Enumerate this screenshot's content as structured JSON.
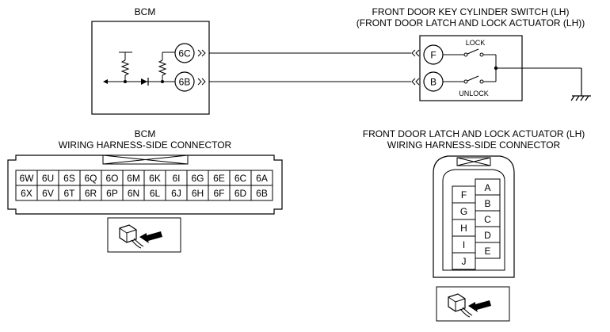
{
  "schematic": {
    "bcm_title": "BCM",
    "switch_title_line1": "FRONT DOOR KEY CYLINDER SWITCH (LH)",
    "switch_title_line2": "(FRONT DOOR LATCH AND LOCK ACTUATOR (LH))",
    "bcm_pins": [
      "6C",
      "6B"
    ],
    "actuator_pins": [
      "F",
      "B"
    ],
    "lock_label": "LOCK",
    "unlock_label": "UNLOCK"
  },
  "bcm_connector": {
    "title_line1": "BCM",
    "title_line2": "WIRING HARNESS-SIDE CONNECTOR",
    "top_row": [
      "6W",
      "6U",
      "6S",
      "6Q",
      "6O",
      "6M",
      "6K",
      "6I",
      "6G",
      "6E",
      "6C",
      "6A"
    ],
    "bottom_row": [
      "6X",
      "6V",
      "6T",
      "6R",
      "6P",
      "6N",
      "6L",
      "6J",
      "6H",
      "6F",
      "6D",
      "6B"
    ]
  },
  "actuator_connector": {
    "title_line1": "FRONT DOOR LATCH AND LOCK ACTUATOR (LH)",
    "title_line2": "WIRING HARNESS-SIDE CONNECTOR",
    "left_column": [
      "F",
      "G",
      "H",
      "I",
      "J"
    ],
    "right_column": [
      "A",
      "B",
      "C",
      "D",
      "E"
    ]
  },
  "icons": [
    "connector-view-icon",
    "ground-symbol-icon",
    "resistor-icon",
    "diode-icon"
  ]
}
